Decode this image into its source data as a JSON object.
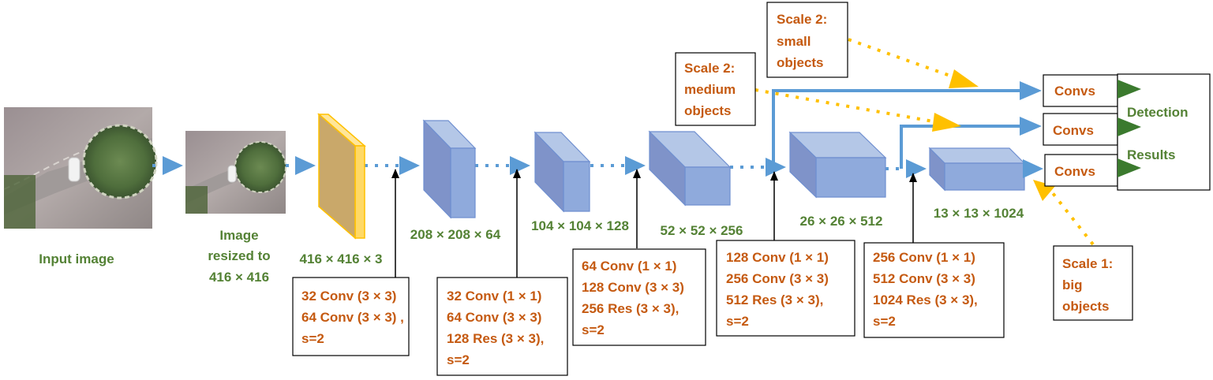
{
  "colors": {
    "green_text": "#548235",
    "orange_text": "#c55a11",
    "blue_arrow": "#5b9bd5",
    "yellow_arrow": "#ffc000",
    "box_border": "#000000",
    "block_blue": "#8ea9db",
    "block_yellow": "#ffd966",
    "triangle_green": "#3b7a2e"
  },
  "input": {
    "input_label": "Input image",
    "resized_label": [
      "Image",
      "resized to",
      "416 × 416"
    ]
  },
  "layers": [
    {
      "dims": "416 × 416 × 3",
      "ops": [
        "32 Conv (3 × 3)",
        "64 Conv (3 × 3) ,",
        "s=2"
      ]
    },
    {
      "dims": "208 × 208 × 64",
      "ops": [
        "32 Conv (1 × 1)",
        "64 Conv (3 × 3)",
        "128 Res (3 × 3),",
        "s=2"
      ]
    },
    {
      "dims": "104 × 104 × 128",
      "ops": [
        "64 Conv (1 × 1)",
        "128 Conv (3 × 3)",
        "256 Res (3 × 3),",
        "s=2"
      ]
    },
    {
      "dims": "52 × 52 × 256",
      "ops": [
        "128 Conv (1 × 1)",
        "256 Conv (3 × 3)",
        "512 Res (3 × 3),",
        "s=2"
      ]
    },
    {
      "dims": "26 × 26 × 512",
      "ops": [
        "256 Conv (1 × 1)",
        "512 Conv (3 × 3)",
        "1024 Res (3 × 3),",
        "s=2"
      ]
    },
    {
      "dims": "13 × 13 × 1024"
    }
  ],
  "scales": {
    "small": [
      "Scale 2:",
      "small",
      "objects"
    ],
    "medium": [
      "Scale 2:",
      "medium",
      "objects"
    ],
    "big": [
      "Scale 1:",
      "big",
      "objects"
    ]
  },
  "heads": [
    "Convs",
    "Convs",
    "Convs"
  ],
  "detection": [
    "Detection",
    "Results"
  ]
}
